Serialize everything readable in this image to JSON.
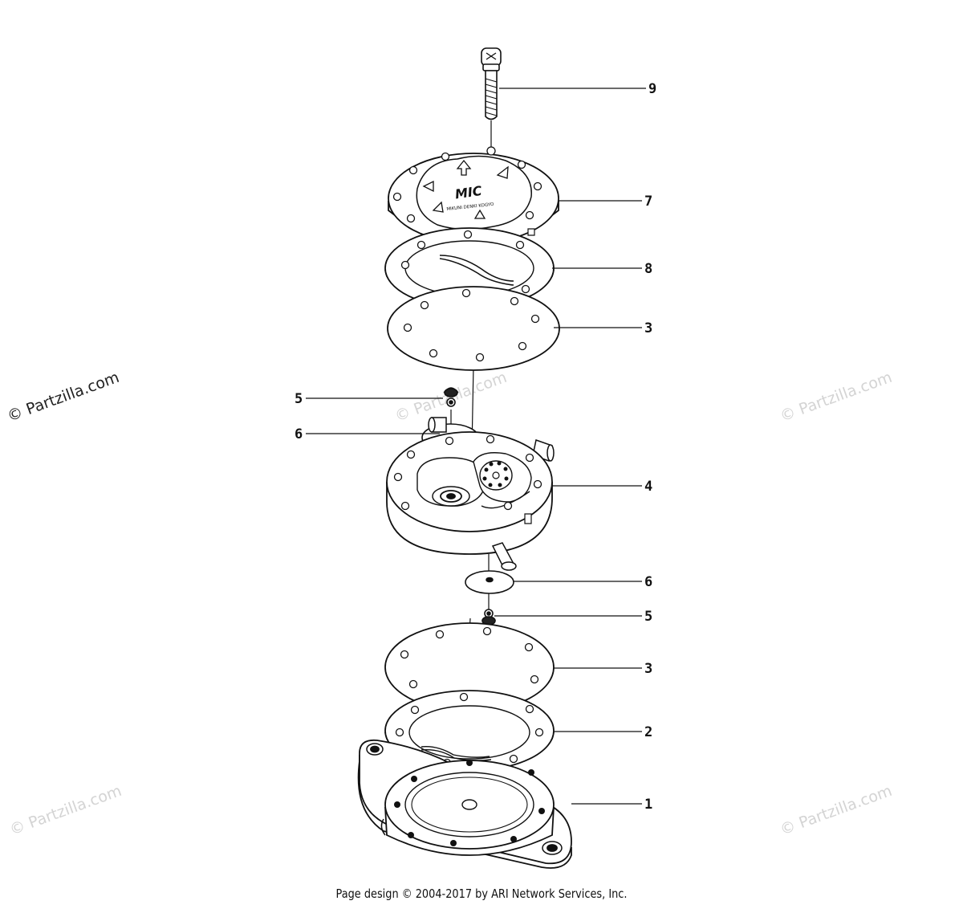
{
  "watermark": {
    "text": "© Partzilla.com"
  },
  "callouts": {
    "c9": "9",
    "c7": "7",
    "c8": "8",
    "c3_top": "3",
    "c5_top": "5",
    "c6_top": "6",
    "c4": "4",
    "c6_bottom": "6",
    "c5_bottom": "5",
    "c3_bottom": "3",
    "c2": "2",
    "c1": "1"
  },
  "cover_marking": {
    "logo": "MIC",
    "text": "MIKUNI DENKI KOGYO"
  },
  "footer": {
    "text": "Page design © 2004-2017 by ARI Network Services, Inc."
  },
  "colors": {
    "ink": "#111111",
    "watermark_faint": "#d4d4d4",
    "background": "#ffffff"
  }
}
